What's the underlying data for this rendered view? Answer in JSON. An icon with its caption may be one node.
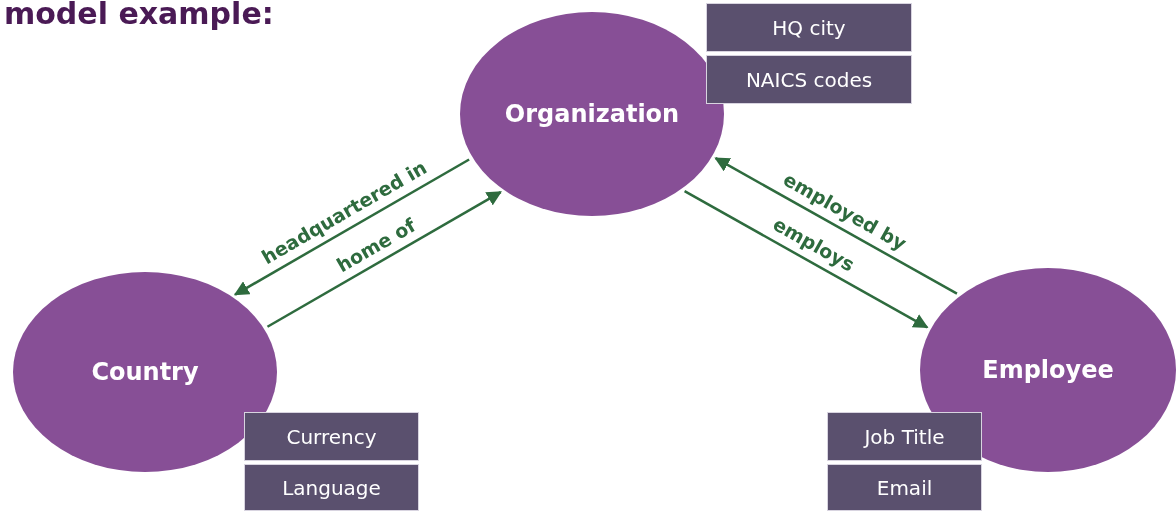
{
  "diagram": {
    "title": "model example:",
    "nodes": [
      {
        "text": [
          "Organization"
        ]
      },
      {
        "text": [
          "HQ city"
        ]
      },
      {
        "text": [
          "NAICS codes"
        ]
      },
      {
        "text": [
          "Country"
        ]
      },
      {
        "text": [
          "Currency"
        ]
      },
      {
        "text": [
          "Language"
        ]
      },
      {
        "text": [
          "Employee"
        ]
      },
      {
        "text": [
          "Job Title"
        ]
      },
      {
        "text": [
          "Email"
        ]
      }
    ],
    "edges": [
      {
        "from": 0,
        "to": 3,
        "arrow": "to",
        "label": "headquartered in"
      },
      {
        "from": 3,
        "to": 0,
        "arrow": "to",
        "label": "home of"
      },
      {
        "from": 0,
        "to": 6,
        "arrow": "to",
        "label": "employs"
      },
      {
        "from": 6,
        "to": 0,
        "arrow": "to",
        "label": "employed by"
      }
    ]
  }
}
